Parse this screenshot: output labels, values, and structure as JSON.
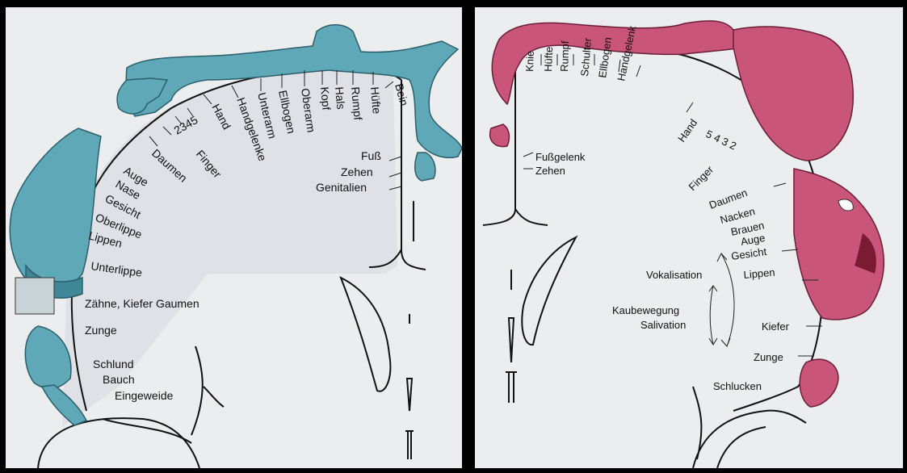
{
  "left": {
    "cortex_labels": {
      "bein": "Bein",
      "huefte": "Hüfte",
      "rumpf": "Rumpf",
      "hals": "Hals",
      "kopf": "Kopf",
      "oberarm": "Oberarm",
      "ellbogen": "Ellbogen",
      "unterarm": "Unterarm",
      "handgelenke": "Handgelenke",
      "hand": "Hand",
      "finger": "Finger",
      "finger_numbers": "2345",
      "daumen": "Daumen",
      "auge": "Auge",
      "nase": "Nase",
      "gesicht": "Gesicht",
      "oberlippe": "Oberlippe",
      "lippen": "Lippen",
      "unterlippe": "Unterlippe",
      "zaehne": "Zähne, Kiefer Gaumen",
      "zunge": "Zunge",
      "schlund": "Schlund",
      "bauch": "Bauch",
      "eingeweide": "Eingeweide",
      "fuss": "Fuß",
      "zehen": "Zehen",
      "genitalien": "Genitalien"
    },
    "colors": {
      "homunculus": "#5fa8b8",
      "homunculus_dark": "#3d8796"
    }
  },
  "right": {
    "cortex_labels": {
      "knie": "Knie",
      "huefte": "Hüfte",
      "rumpf": "Rumpf",
      "schulter": "Schulter",
      "ellbogen": "Ellbogen",
      "handgelenk": "Handgelenk",
      "hand": "Hand",
      "finger_numbers": "5 4 3 2",
      "finger": "Finger",
      "daumen": "Daumen",
      "nacken": "Nacken",
      "brauen": "Brauen",
      "auge": "Auge",
      "gesicht": "Gesicht",
      "lippen": "Lippen",
      "vokalisation": "Vokalisation",
      "kaubewegung": "Kaubewegung",
      "salivation": "Salivation",
      "kiefer": "Kiefer",
      "zunge": "Zunge",
      "schlucken": "Schlucken",
      "fussgelenk": "Fußgelenk",
      "zehen": "Zehen"
    },
    "colors": {
      "homunculus": "#c9567a",
      "homunculus_dark": "#a03a5c"
    }
  }
}
